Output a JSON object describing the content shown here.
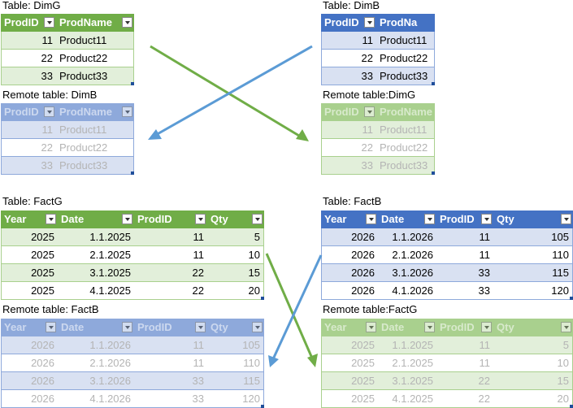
{
  "tables": {
    "dim_g": {
      "caption": "Table: DimG",
      "headers": [
        "ProdID",
        "ProdName"
      ],
      "rows": [
        [
          "11",
          "Product11"
        ],
        [
          "22",
          "Product22"
        ],
        [
          "33",
          "Product33"
        ]
      ]
    },
    "dim_b": {
      "caption": "Table: DimB",
      "headers": [
        "ProdID",
        "ProdNa"
      ],
      "rows": [
        [
          "11",
          "Product11"
        ],
        [
          "22",
          "Product22"
        ],
        [
          "33",
          "Product33"
        ]
      ]
    },
    "remote_dim_b": {
      "caption": "Remote table: DimB",
      "headers": [
        "ProdID",
        "ProdName"
      ],
      "rows": [
        [
          "11",
          "Product11"
        ],
        [
          "22",
          "Product22"
        ],
        [
          "33",
          "Product33"
        ]
      ]
    },
    "remote_dim_g": {
      "caption": "Remote table:DimG",
      "headers": [
        "ProdID",
        "ProdName"
      ],
      "rows": [
        [
          "11",
          "Product11"
        ],
        [
          "22",
          "Product22"
        ],
        [
          "33",
          "Product33"
        ]
      ]
    },
    "fact_g": {
      "caption": "Table: FactG",
      "headers": [
        "Year",
        "Date",
        "ProdID",
        "Qty"
      ],
      "rows": [
        [
          "2025",
          "1.1.2025",
          "11",
          "5"
        ],
        [
          "2025",
          "2.1.2025",
          "11",
          "10"
        ],
        [
          "2025",
          "3.1.2025",
          "22",
          "15"
        ],
        [
          "2025",
          "4.1.2025",
          "22",
          "20"
        ]
      ]
    },
    "fact_b": {
      "caption": "Table: FactB",
      "headers": [
        "Year",
        "Date",
        "ProdID",
        "Qty"
      ],
      "rows": [
        [
          "2026",
          "1.1.2026",
          "11",
          "105"
        ],
        [
          "2026",
          "2.1.2026",
          "11",
          "110"
        ],
        [
          "2026",
          "3.1.2026",
          "33",
          "115"
        ],
        [
          "2026",
          "4.1.2026",
          "33",
          "120"
        ]
      ]
    },
    "remote_fact_b": {
      "caption": "Remote table: FactB",
      "headers": [
        "Year",
        "Date",
        "ProdID",
        "Qty"
      ],
      "rows": [
        [
          "2026",
          "1.1.2026",
          "11",
          "105"
        ],
        [
          "2026",
          "2.1.2026",
          "11",
          "110"
        ],
        [
          "2026",
          "3.1.2026",
          "33",
          "115"
        ],
        [
          "2026",
          "4.1.2026",
          "33",
          "120"
        ]
      ]
    },
    "remote_fact_g": {
      "caption": "Remote table:FactG",
      "headers": [
        "Year",
        "Date",
        "ProdID",
        "Qty"
      ],
      "rows": [
        [
          "2025",
          "1.1.2025",
          "11",
          "5"
        ],
        [
          "2025",
          "2.1.2025",
          "11",
          "10"
        ],
        [
          "2025",
          "3.1.2025",
          "22",
          "15"
        ],
        [
          "2025",
          "4.1.2025",
          "22",
          "20"
        ]
      ]
    }
  },
  "colors": {
    "green_header": "#70ad47",
    "green_band": "#e2efda",
    "blue_header": "#4472c4",
    "blue_band": "#d9e1f2",
    "green_arrow": "#70ad47",
    "blue_arrow": "#5b9bd5"
  }
}
